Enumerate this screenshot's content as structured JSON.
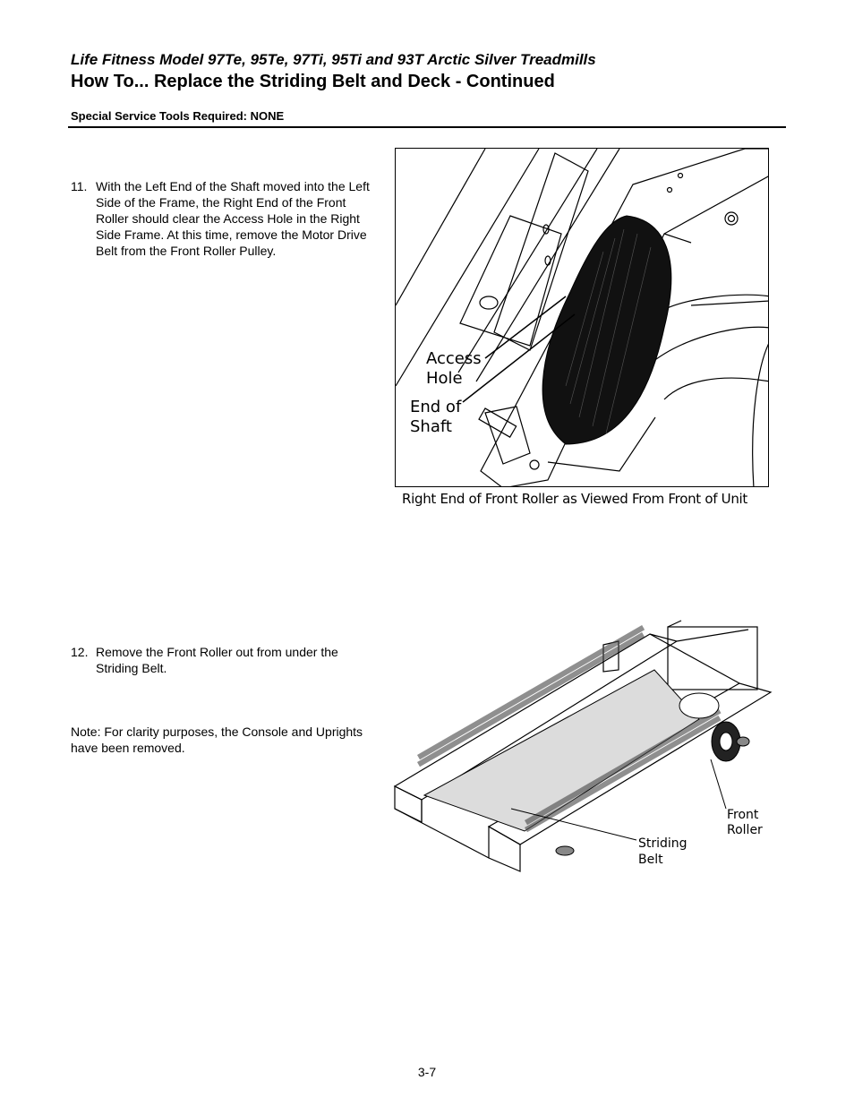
{
  "header": {
    "subtitle": "Life Fitness Model 97Te, 95Te, 97Ti, 95Ti and 93T Arctic Silver Treadmills",
    "title": "How To... Replace the Striding Belt and Deck - Continued",
    "tools": "Special Service Tools Required: NONE"
  },
  "steps": [
    {
      "number": "11.",
      "text": "With the Left End of the Shaft moved into the Left Side of the Frame, the Right End of the Front Roller should clear the Access Hole in the Right Side Frame. At this time, remove the Motor Drive Belt from the Front Roller Pulley."
    },
    {
      "number": "12.",
      "text": "Remove the Front Roller out from under the Striding Belt."
    }
  ],
  "note": "Note: For clarity purposes, the Console and Uprights have been removed.",
  "figure1": {
    "label_access_1": "Access",
    "label_access_2": "Hole",
    "label_shaft_1": "End of",
    "label_shaft_2": "Shaft",
    "caption": "Right End of Front Roller as Viewed From Front of Unit"
  },
  "figure2": {
    "label_roller_1": "Front",
    "label_roller_2": "Roller",
    "label_belt_1": "Striding",
    "label_belt_2": "Belt"
  },
  "footer": {
    "page_number": "3-7"
  }
}
